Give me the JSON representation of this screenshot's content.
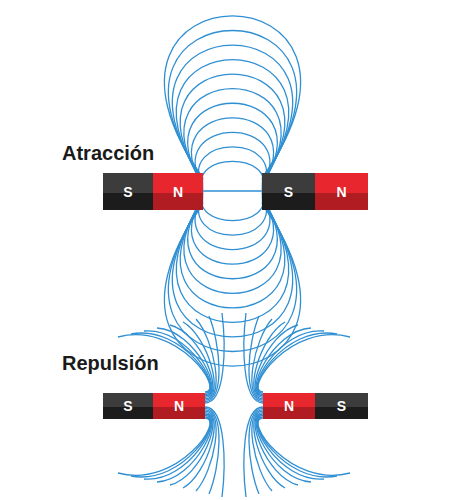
{
  "diagram": {
    "nodes": [
      {
        "text": [
          "S"
        ]
      },
      {
        "text": [
          "N"
        ]
      },
      {
        "text": [
          "S"
        ]
      },
      {
        "text": [
          "N"
        ]
      },
      {
        "text": [
          "S"
        ]
      },
      {
        "text": [
          "N"
        ]
      },
      {
        "text": [
          "N"
        ]
      },
      {
        "text": [
          "S"
        ]
      }
    ],
    "labels": [
      "Atracción",
      "Repulsión"
    ]
  }
}
